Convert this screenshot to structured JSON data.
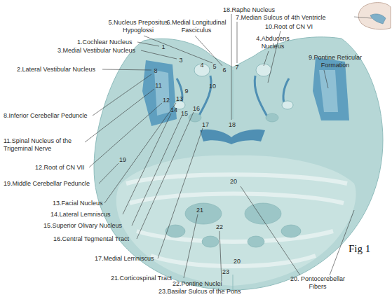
{
  "diagram": {
    "labels": [
      "18.Raphe Nucleus",
      "7.Median Sulcus of 4th Ventricle",
      "5.Nucleus Prepositus Hypoglossi",
      "6.Medial Longitudinal Fasciculus",
      "10.Root of CN VI",
      "4.Abducens Nucleus",
      "1.Cochlear Nucleus",
      "3.Medial Vestibular Nucleus",
      "9.Pontine Reticular Formation",
      "2.Lateral Vestibular Nucleus",
      "8.Inferior Cerebellar Peduncle",
      "11.Spinal Nucleus of the Trigeminal Nerve",
      "12.Root of CN VII",
      "19.Middle Cerebellar Peduncle",
      "13.Facial Nucleus",
      "14.Lateral Lemniscus",
      "15.Superior Olivary Nucleus",
      "16.Central Tegmental Tract",
      "17.Medial Lemniscus",
      "21.Corticospinal Tract",
      "22.Pontine Nuclei",
      "23.Basilar Sulcus of the Pons",
      "20. Pontocerebellar Fibers",
      "Fig 1",
      "1",
      "3",
      "8",
      "11",
      "12",
      "13",
      "14",
      "15",
      "16",
      "17",
      "9",
      "4",
      "5",
      "6",
      "7",
      "10",
      "18",
      "19",
      "20",
      "21",
      "22",
      "23",
      "20"
    ]
  }
}
